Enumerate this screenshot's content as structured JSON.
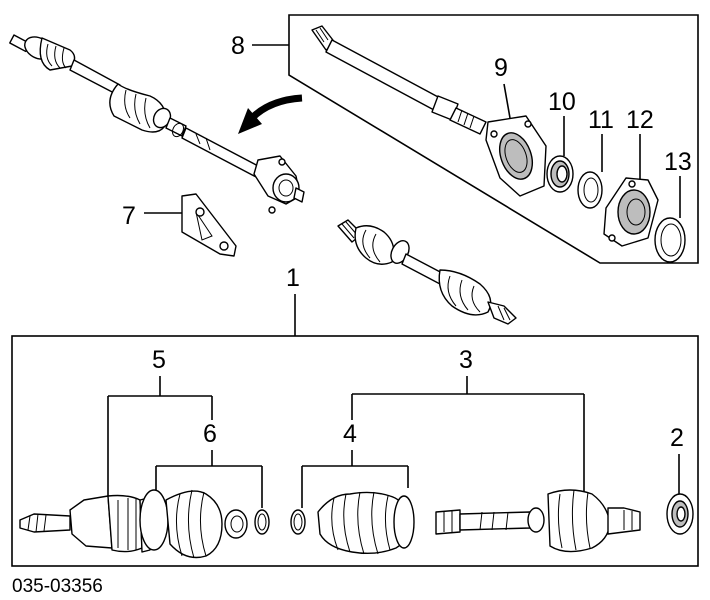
{
  "diagram": {
    "reference_code": "035-03356",
    "callouts": {
      "p1": "1",
      "p2": "2",
      "p3": "3",
      "p4": "4",
      "p5": "5",
      "p6": "6",
      "p7": "7",
      "p8": "8",
      "p9": "9",
      "p10": "10",
      "p11": "11",
      "p12": "12",
      "p13": "13"
    },
    "colors": {
      "line": "#000000",
      "shade": "#bdbdbd",
      "background": "#ffffff"
    }
  }
}
